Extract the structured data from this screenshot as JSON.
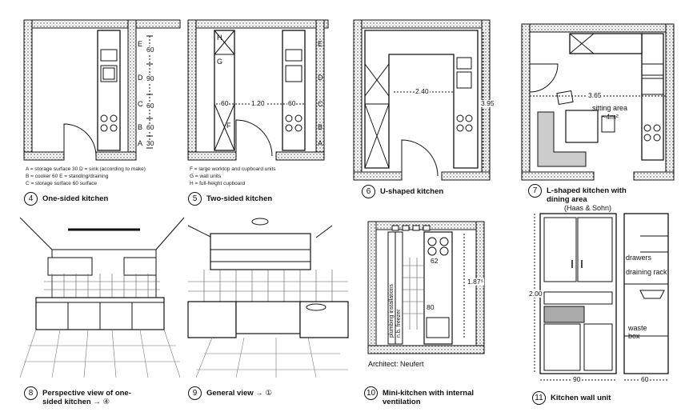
{
  "panel4": {
    "caption_num": "4",
    "caption": "One-sided kitchen",
    "zones": [
      "E",
      "D",
      "C",
      "B",
      "A"
    ],
    "dims": [
      "60",
      "90",
      "60",
      "60",
      "30"
    ],
    "legend": [
      "A = storage surface   30    D = sink (according to make)",
      "B = cooker 60               E = standing/draining",
      "C = storage surface   60          surface"
    ]
  },
  "panel5": {
    "caption_num": "5",
    "caption": "Two-sided kitchen",
    "zones": [
      "E",
      "D",
      "C",
      "B",
      "A"
    ],
    "left_letters": [
      "H",
      "G",
      "F"
    ],
    "dims": [
      "60",
      "1.20",
      "60"
    ],
    "legend": [
      "F = large worktop and cupboard units",
      "G = wall units",
      "H = full-height cupboard"
    ]
  },
  "panel6": {
    "caption_num": "6",
    "caption": "U-shaped kitchen",
    "dims": [
      "2.40",
      "3.95"
    ]
  },
  "panel7": {
    "caption_num": "7",
    "caption_line1": "L-shaped kitchen with",
    "caption_line2": "dining area",
    "dims": [
      "3.65"
    ],
    "sitting_area": "sitting area",
    "sitting_size": "~4m²"
  },
  "panel8": {
    "caption_num": "8",
    "caption_line1": "Perspective view of one-",
    "caption_line2": "sided kitchen",
    "ref": "→ ④"
  },
  "panel9": {
    "caption_num": "9",
    "caption": "General view",
    "ref": "→ ①"
  },
  "panel10": {
    "caption_num": "10",
    "caption_line1": "Mini-kitchen with internal",
    "caption_line2": "ventilation",
    "dims": [
      "62",
      "1.87⁵",
      "80"
    ],
    "vertical_labels": [
      "plumbing installations",
      "n.b. freezer"
    ],
    "architect": "Architect: Neufert"
  },
  "panel11": {
    "caption_num": "11",
    "caption": "Kitchen wall unit",
    "credit": "(Haas & Sohn)",
    "dims": [
      "2.00",
      "90",
      "60"
    ],
    "labels": [
      "drawers",
      "draining rack",
      "waste box"
    ]
  }
}
